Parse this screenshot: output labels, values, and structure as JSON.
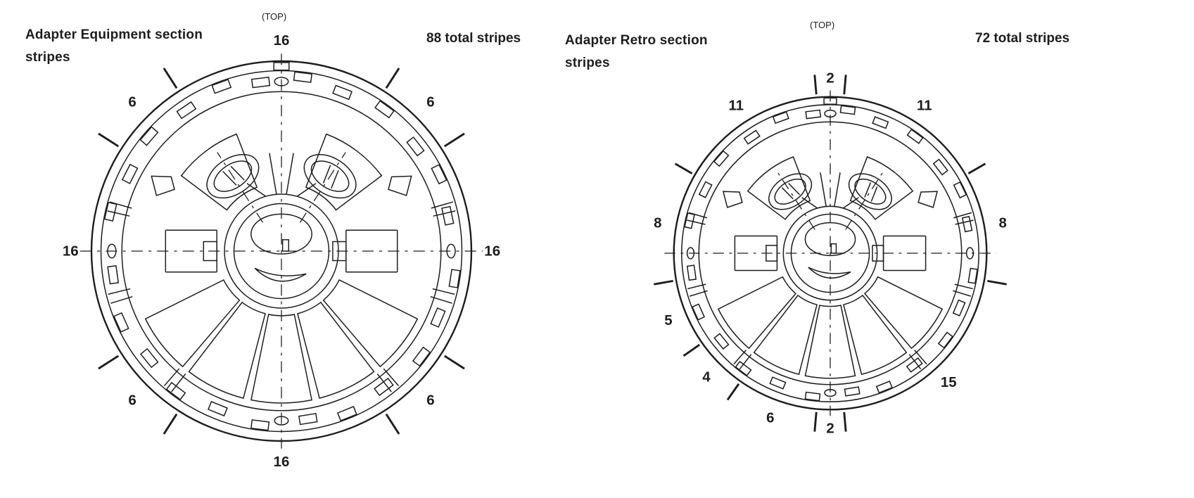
{
  "ink": "#1d1d1d",
  "page": {
    "background": "#ffffff"
  },
  "diagrams": [
    {
      "id": "equipment",
      "title": "Adapter Equipment section\nstripes",
      "top_label": "(TOP)",
      "total_label": "88 total stripes",
      "total_stripes": 88,
      "segments": [
        {
          "count": "16"
        },
        {
          "count": "6"
        },
        {
          "count": "16"
        },
        {
          "count": "6"
        },
        {
          "count": "16"
        },
        {
          "count": "6"
        },
        {
          "count": "16"
        },
        {
          "count": "6"
        }
      ]
    },
    {
      "id": "retro",
      "title": "Adapter Retro section\nstripes",
      "top_label": "(TOP)",
      "total_label": "72 total stripes",
      "total_stripes": 72,
      "segments": [
        {
          "count": "2"
        },
        {
          "count": "11"
        },
        {
          "count": "8"
        },
        {
          "count": "15"
        },
        {
          "count": "2"
        },
        {
          "count": "6"
        },
        {
          "count": "4"
        },
        {
          "count": "5"
        },
        {
          "count": "8"
        },
        {
          "count": "11"
        }
      ]
    }
  ]
}
